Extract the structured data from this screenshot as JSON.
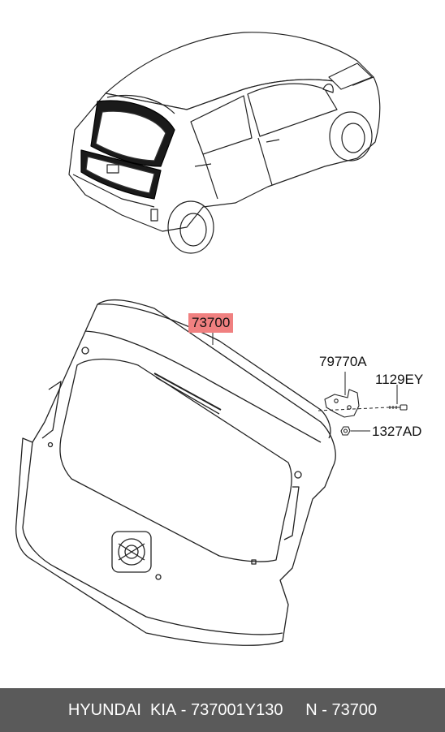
{
  "labels": {
    "main_part": "73700",
    "hinge": "79770A",
    "bolt": "1129EY",
    "nut": "1327AD"
  },
  "colors": {
    "highlight": "#f08080",
    "footer_bg": "#5a5a5a",
    "footer_text": "#ffffff",
    "line": "#222222"
  },
  "footer": {
    "brand": "HYUNDAI  KIA",
    "separator1": " - ",
    "part_number": "737001Y130",
    "spacer": "     ",
    "ref_prefix": "N - ",
    "ref_number": "73700"
  }
}
